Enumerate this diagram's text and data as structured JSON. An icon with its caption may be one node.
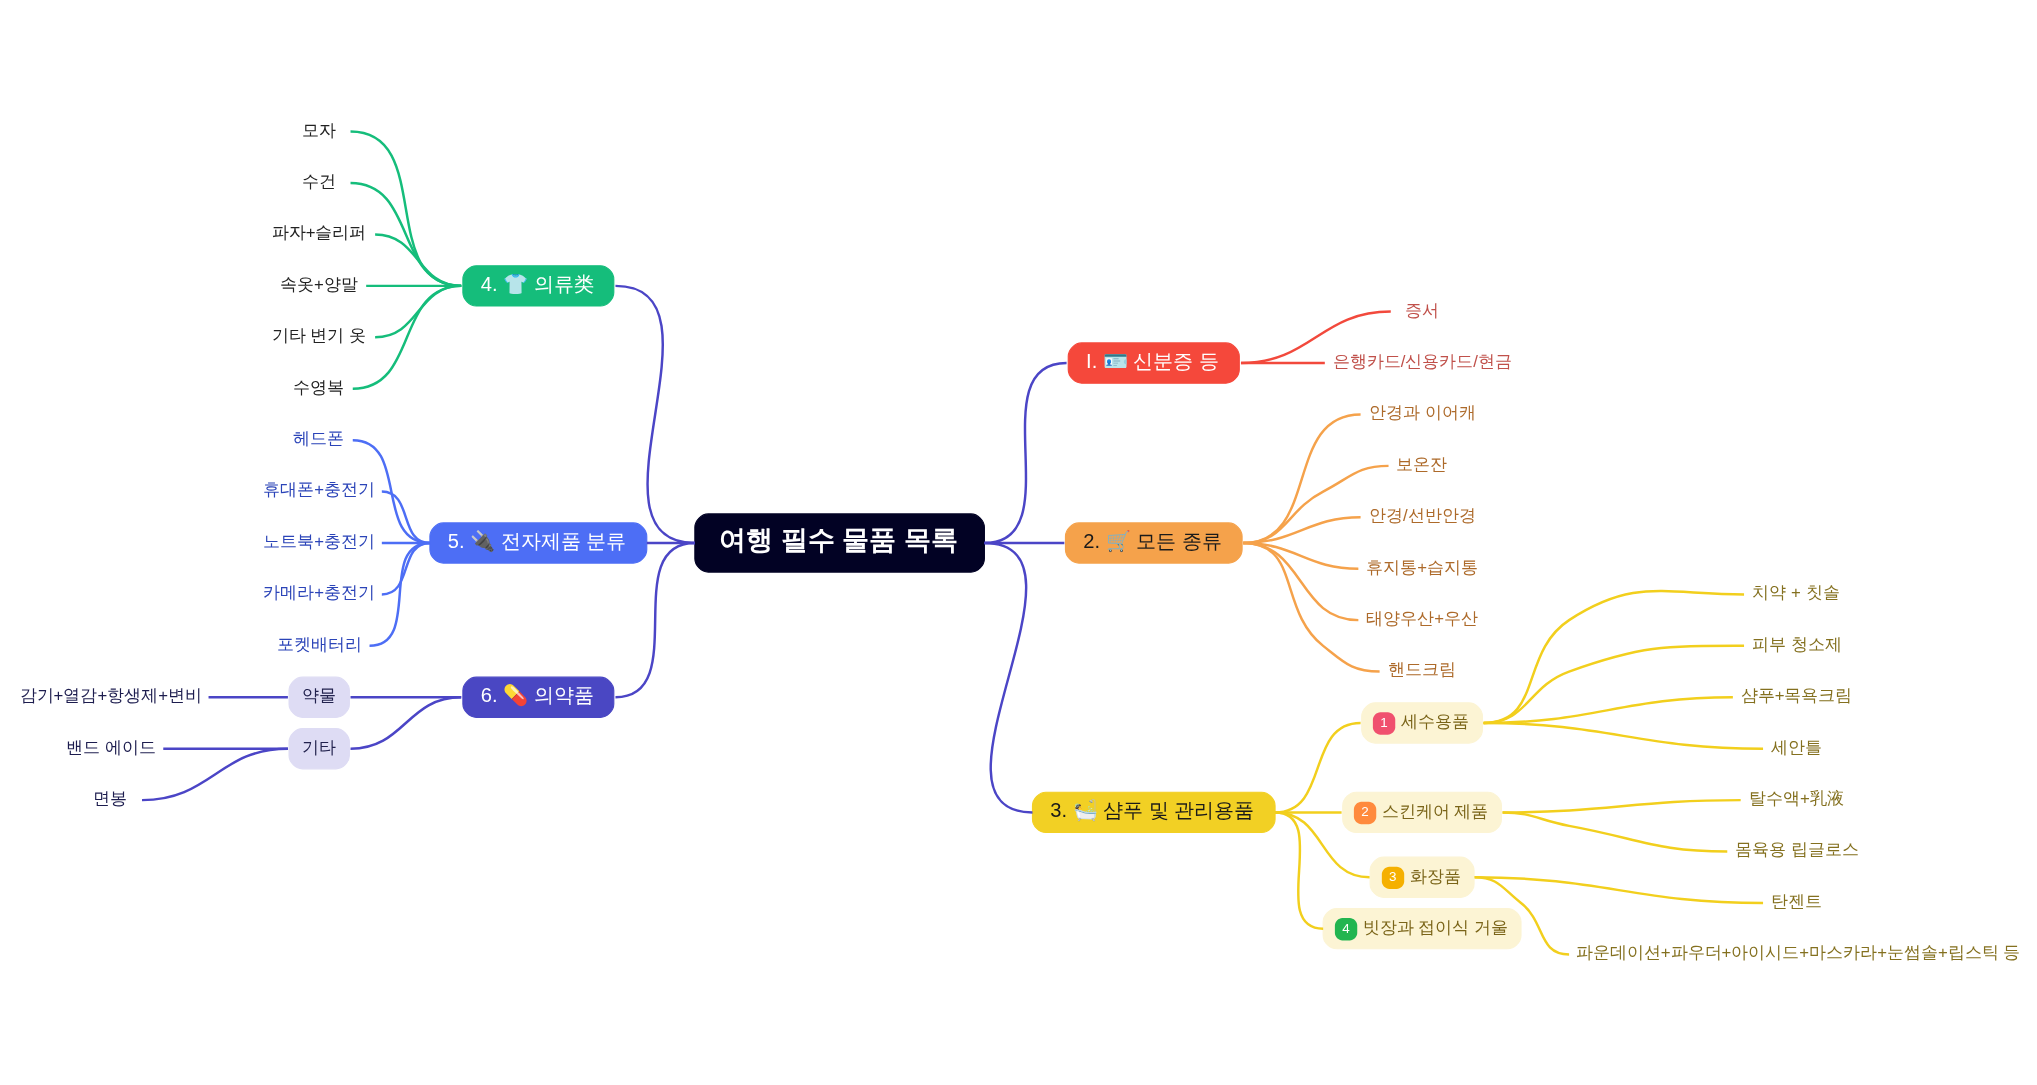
{
  "diagram": {
    "nodes": [
      {
        "text": [
          "여행 필수 물품 목록"
        ]
      },
      {
        "text": [
          "I. 🪪 신분증 등"
        ]
      },
      {
        "text": [
          "증서"
        ]
      },
      {
        "text": [
          "은행카드/신용카드/현금"
        ]
      },
      {
        "text": [
          "2. 🛒 모든 종류"
        ]
      },
      {
        "text": [
          "안경과 이어캐"
        ]
      },
      {
        "text": [
          "보온잔"
        ]
      },
      {
        "text": [
          "안경/선반안경"
        ]
      },
      {
        "text": [
          "휴지통+습지통"
        ]
      },
      {
        "text": [
          "태양우산+우산"
        ]
      },
      {
        "text": [
          "핸드크림"
        ]
      },
      {
        "text": [
          "3. 🛀 샴푸 및 관리용품"
        ]
      },
      {
        "text": [
          "1",
          "세수용품"
        ]
      },
      {
        "text": [
          "치약 + 칫솔"
        ]
      },
      {
        "text": [
          "피부 청소제"
        ]
      },
      {
        "text": [
          "샴푸+목욕크림"
        ]
      },
      {
        "text": [
          "세안틀"
        ]
      },
      {
        "text": [
          "2",
          "스킨케어 제품"
        ]
      },
      {
        "text": [
          "탈수액+乳液"
        ]
      },
      {
        "text": [
          "몸육용 립글로스"
        ]
      },
      {
        "text": [
          "3",
          "화장품"
        ]
      },
      {
        "text": [
          "탄젠트"
        ]
      },
      {
        "text": [
          "파운데이션+파우더+아이시드+마스카라+눈썹솔+립스틱 등"
        ]
      },
      {
        "text": [
          "4",
          "빗장과 접이식 거울"
        ]
      },
      {
        "text": [
          "4. 👕 의류类"
        ]
      },
      {
        "text": [
          "모자"
        ]
      },
      {
        "text": [
          "수건"
        ]
      },
      {
        "text": [
          "파자+슬리퍼"
        ]
      },
      {
        "text": [
          "속옷+양말"
        ]
      },
      {
        "text": [
          "기타 변기 옷"
        ]
      },
      {
        "text": [
          "수영복"
        ]
      },
      {
        "text": [
          "5. 🔌 전자제품 분류"
        ]
      },
      {
        "text": [
          "헤드폰"
        ]
      },
      {
        "text": [
          "휴대폰+충전기"
        ]
      },
      {
        "text": [
          "노트북+충전기"
        ]
      },
      {
        "text": [
          "카메라+충전기"
        ]
      },
      {
        "text": [
          "포켓배터리"
        ]
      },
      {
        "text": [
          "6. 💊 의약품"
        ]
      },
      {
        "text": [
          "약물"
        ]
      },
      {
        "text": [
          "감기+열감+항생제+변비"
        ]
      },
      {
        "text": [
          "기타"
        ]
      },
      {
        "text": [
          "밴드 에이드"
        ]
      },
      {
        "text": [
          "면봉"
        ]
      }
    ],
    "edges": [
      {
        "from": 0,
        "to": 1,
        "arrow": "none",
        "color": "#4b45c6"
      },
      {
        "from": 1,
        "to": 2,
        "arrow": "none",
        "color": "#f2493c"
      },
      {
        "from": 1,
        "to": 3,
        "arrow": "none",
        "color": "#f2493c"
      },
      {
        "from": 0,
        "to": 4,
        "arrow": "none",
        "color": "#4b45c6"
      },
      {
        "from": 4,
        "to": 5,
        "arrow": "none",
        "color": "#f5a24b"
      },
      {
        "from": 4,
        "to": 6,
        "arrow": "none",
        "color": "#f5a24b"
      },
      {
        "from": 4,
        "to": 7,
        "arrow": "none",
        "color": "#f5a24b"
      },
      {
        "from": 4,
        "to": 8,
        "arrow": "none",
        "color": "#f5a24b"
      },
      {
        "from": 4,
        "to": 9,
        "arrow": "none",
        "color": "#f5a24b"
      },
      {
        "from": 4,
        "to": 10,
        "arrow": "none",
        "color": "#f5a24b"
      },
      {
        "from": 0,
        "to": 11,
        "arrow": "none",
        "color": "#4b45c6"
      },
      {
        "from": 11,
        "to": 12,
        "arrow": "none",
        "color": "#f2cf1d"
      },
      {
        "from": 12,
        "to": 13,
        "arrow": "none",
        "color": "#f2cf1d"
      },
      {
        "from": 12,
        "to": 14,
        "arrow": "none",
        "color": "#f2cf1d"
      },
      {
        "from": 12,
        "to": 15,
        "arrow": "none",
        "color": "#f2cf1d"
      },
      {
        "from": 12,
        "to": 16,
        "arrow": "none",
        "color": "#f2cf1d"
      },
      {
        "from": 11,
        "to": 17,
        "arrow": "none",
        "color": "#f2cf1d"
      },
      {
        "from": 17,
        "to": 18,
        "arrow": "none",
        "color": "#f2cf1d"
      },
      {
        "from": 17,
        "to": 19,
        "arrow": "none",
        "color": "#f2cf1d"
      },
      {
        "from": 11,
        "to": 20,
        "arrow": "none",
        "color": "#f2cf1d"
      },
      {
        "from": 20,
        "to": 21,
        "arrow": "none",
        "color": "#f2cf1d"
      },
      {
        "from": 20,
        "to": 22,
        "arrow": "none",
        "color": "#f2cf1d"
      },
      {
        "from": 11,
        "to": 23,
        "arrow": "none",
        "color": "#f2cf1d"
      },
      {
        "from": 24,
        "to": 0,
        "arrow": "none",
        "color": "#4b45c6"
      },
      {
        "from": 25,
        "to": 24,
        "arrow": "none",
        "color": "#15bd7b"
      },
      {
        "from": 26,
        "to": 24,
        "arrow": "none",
        "color": "#15bd7b"
      },
      {
        "from": 27,
        "to": 24,
        "arrow": "none",
        "color": "#15bd7b"
      },
      {
        "from": 28,
        "to": 24,
        "arrow": "none",
        "color": "#15bd7b"
      },
      {
        "from": 29,
        "to": 24,
        "arrow": "none",
        "color": "#15bd7b"
      },
      {
        "from": 30,
        "to": 24,
        "arrow": "none",
        "color": "#15bd7b"
      },
      {
        "from": 31,
        "to": 0,
        "arrow": "none",
        "color": "#4b45c6"
      },
      {
        "from": 32,
        "to": 31,
        "arrow": "none",
        "color": "#4d6ef5"
      },
      {
        "from": 33,
        "to": 31,
        "arrow": "none",
        "color": "#4d6ef5"
      },
      {
        "from": 34,
        "to": 31,
        "arrow": "none",
        "color": "#4d6ef5"
      },
      {
        "from": 35,
        "to": 31,
        "arrow": "none",
        "color": "#4d6ef5"
      },
      {
        "from": 36,
        "to": 31,
        "arrow": "none",
        "color": "#4d6ef5"
      },
      {
        "from": 37,
        "to": 0,
        "arrow": "none",
        "color": "#4b45c6"
      },
      {
        "from": 38,
        "to": 37,
        "arrow": "none",
        "color": "#4b45c6"
      },
      {
        "from": 39,
        "to": 38,
        "arrow": "none",
        "color": "#4b45c6"
      },
      {
        "from": 40,
        "to": 37,
        "arrow": "none",
        "color": "#4b45c6"
      },
      {
        "from": 41,
        "to": 40,
        "arrow": "none",
        "color": "#4b45c6"
      },
      {
        "from": 42,
        "to": 40,
        "arrow": "none",
        "color": "#4b45c6"
      }
    ]
  }
}
